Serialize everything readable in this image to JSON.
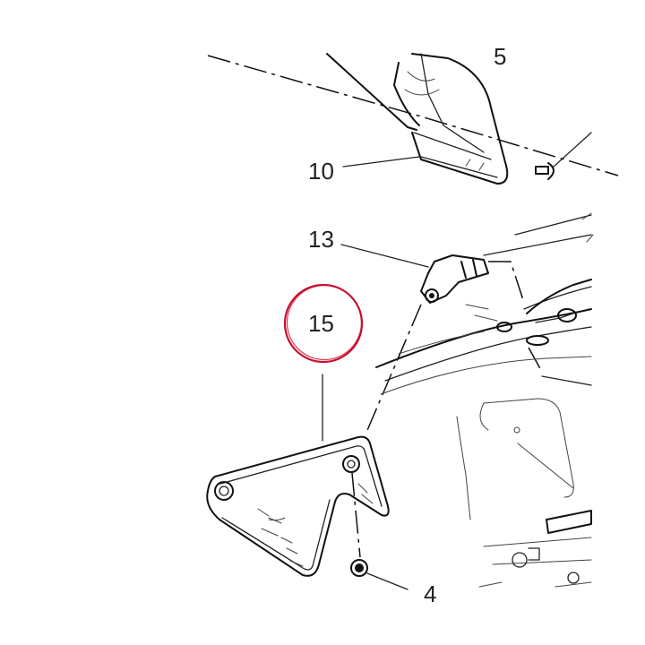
{
  "diagram": {
    "callouts": {
      "c5": "5",
      "c10": "10",
      "c13": "13",
      "c15": "15",
      "c4": "4"
    },
    "colors": {
      "line": "#111111",
      "highlight_ring": "#c8102e",
      "background": "#ffffff"
    }
  }
}
